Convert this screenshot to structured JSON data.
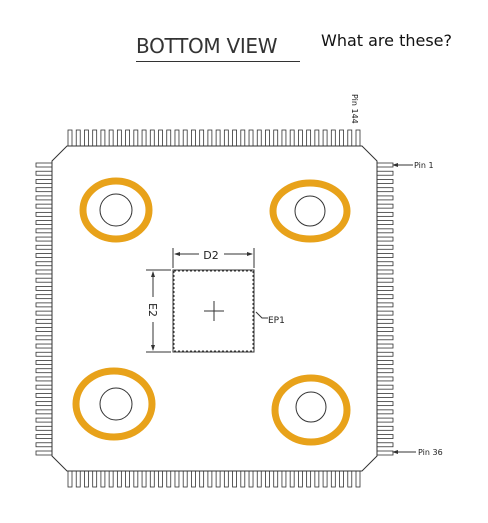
{
  "header": {
    "title": "BOTTOM VIEW",
    "annotation": "What are these?"
  },
  "labels": {
    "pin_144": "Pin 144",
    "pin_1": "Pin 1",
    "pin_36": "Pin 36",
    "d2": "D2",
    "e2": "E2",
    "ep1": "EP1"
  },
  "colors": {
    "highlight_ring": "#e8a21a",
    "outline": "#333333"
  }
}
